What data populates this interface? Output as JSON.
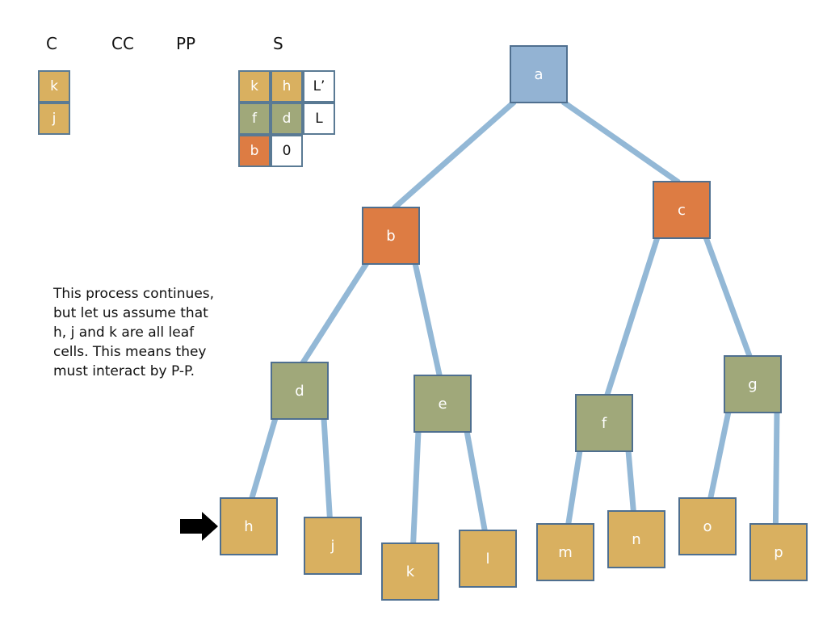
{
  "headers": {
    "c": "C",
    "cc": "CC",
    "pp": "PP",
    "s": "S"
  },
  "c_stack": [
    "k",
    "j"
  ],
  "s_table": {
    "row1": [
      "k",
      "h",
      "L’"
    ],
    "row2": [
      "f",
      "d",
      "L"
    ],
    "row3": [
      "b",
      "0"
    ]
  },
  "note": [
    "This process continues,",
    "but let us assume that",
    "h, j and k are all leaf",
    "cells. This means they",
    "must interact by P-P."
  ],
  "tree": {
    "nodes": {
      "a": "a",
      "b": "b",
      "c": "c",
      "d": "d",
      "e": "e",
      "f": "f",
      "g": "g",
      "h": "h",
      "j": "j",
      "k": "k",
      "l": "l",
      "m": "m",
      "n": "n",
      "o": "o",
      "p": "p"
    },
    "edges": [
      [
        "a",
        "b"
      ],
      [
        "a",
        "c"
      ],
      [
        "b",
        "d"
      ],
      [
        "b",
        "e"
      ],
      [
        "c",
        "f"
      ],
      [
        "c",
        "g"
      ],
      [
        "d",
        "h"
      ],
      [
        "d",
        "j"
      ],
      [
        "e",
        "k"
      ],
      [
        "e",
        "l"
      ],
      [
        "f",
        "m"
      ],
      [
        "f",
        "n"
      ],
      [
        "g",
        "o"
      ],
      [
        "g",
        "p"
      ]
    ]
  },
  "colors": {
    "root": "#93b3d3",
    "level1": "#dd7c43",
    "level2": "#a0a87a",
    "leaf": "#d9b060",
    "edge": "#93b8d6",
    "arrow": "#000000"
  },
  "marker": {
    "points_to": "h",
    "icon": "right-arrow-icon"
  }
}
